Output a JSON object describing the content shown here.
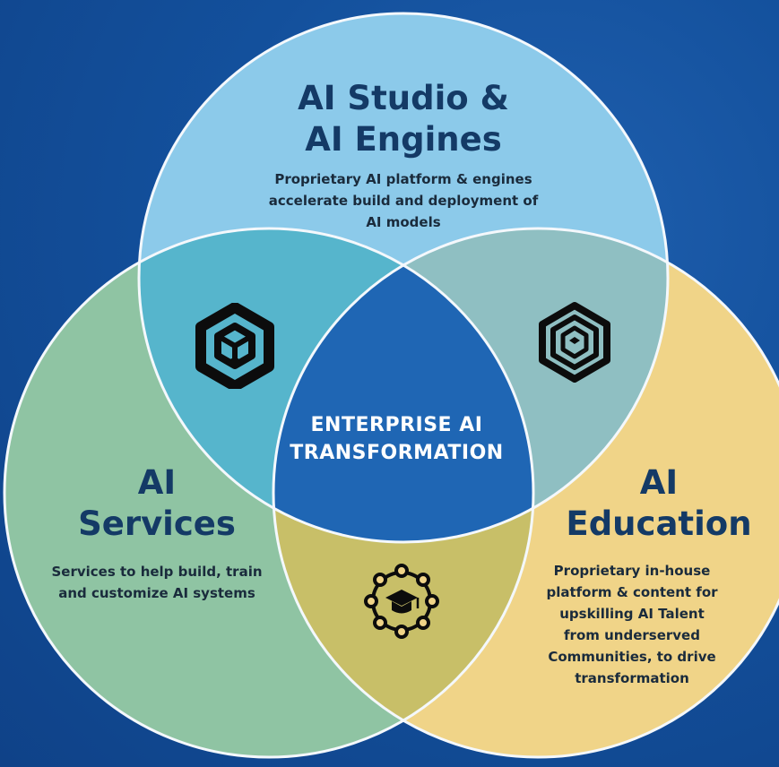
{
  "diagram": {
    "circles": [
      {
        "id": "studio",
        "color": "#8ccaea"
      },
      {
        "id": "services",
        "color": "#8fc4a3"
      },
      {
        "id": "education",
        "color": "#f0d488"
      }
    ],
    "overlap_colors": {
      "studio_services": "#56b5cc",
      "studio_education": "#8fbfc2",
      "services_education": "#c8bf68",
      "center": "#1f66b4"
    },
    "background_color": "#13509c"
  },
  "studio": {
    "title": "AI Studio &\nAI Engines",
    "description": "Proprietary AI platform & engines\naccelerate build and deployment of\nAI models"
  },
  "services": {
    "title": "AI\nServices",
    "description": "Services to help build, train\nand customize AI systems"
  },
  "education": {
    "title": "AI\nEducation",
    "description": "Proprietary in-house\nplatform & content for\nupskilling AI Talent\nfrom underserved\nCommunities, to drive\ntransformation"
  },
  "center": {
    "title": "ENTERPRISE AI\nTRANSFORMATION"
  },
  "icons": {
    "left_overlap": "hexagon-cube-icon",
    "right_overlap": "nested-hexagon-icon",
    "bottom_overlap": "graduation-network-icon"
  }
}
